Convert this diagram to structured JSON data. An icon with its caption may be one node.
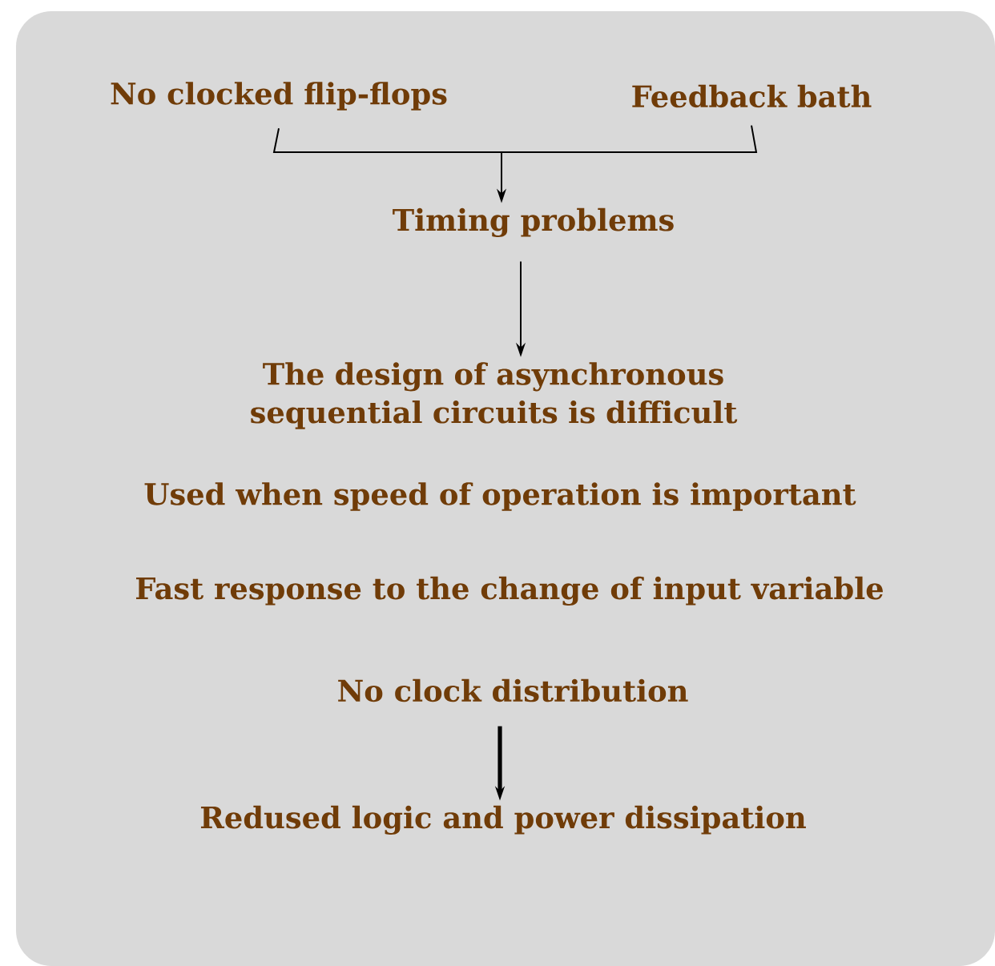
{
  "diagram": {
    "nodes": [
      {
        "text": [
          "No clocked flip-flops"
        ]
      },
      {
        "text": [
          "Feedback bath"
        ]
      },
      {
        "text": [
          "Timing problems"
        ]
      },
      {
        "text": [
          "The design of asynchronous sequential circuits is difficult"
        ]
      },
      {
        "text": [
          "No clock distribution"
        ]
      },
      {
        "text": [
          "Redused logic and power dissipation"
        ]
      }
    ],
    "edges": [
      {
        "from": 0,
        "to": 2,
        "arrow": "to"
      },
      {
        "from": 1,
        "to": 2,
        "arrow": "to"
      },
      {
        "from": 2,
        "to": 3,
        "arrow": "to"
      },
      {
        "from": 4,
        "to": 5,
        "arrow": "to",
        "style": "thick"
      }
    ],
    "labels": [
      "Used when speed of operation is important",
      "Fast response to the change of input variable"
    ]
  }
}
